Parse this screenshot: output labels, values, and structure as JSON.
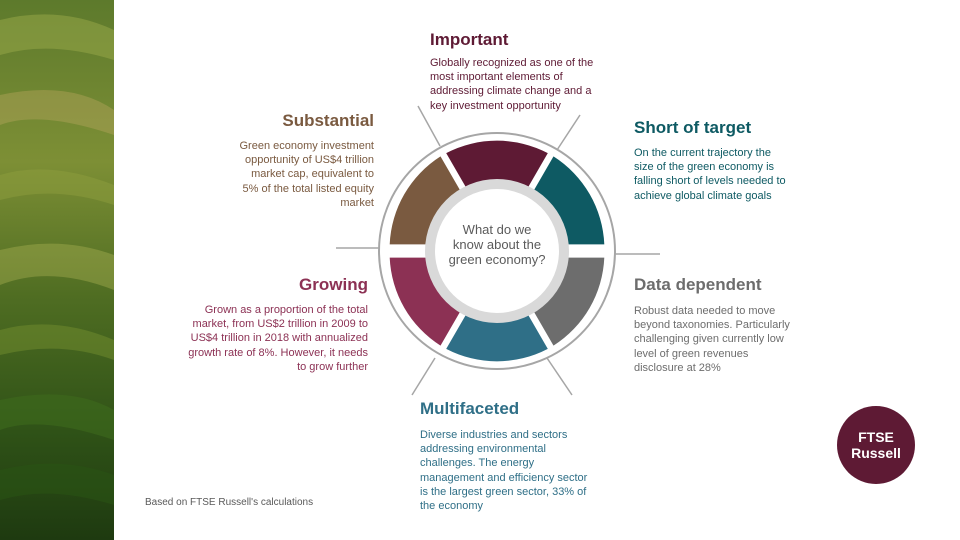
{
  "center_question": "What do we know about the green economy?",
  "colors": {
    "important": "#5e1a34",
    "short_of_target": "#0e5a63",
    "data_dependent": "#6d6d6d",
    "multifaceted": "#2f6f87",
    "growing": "#8c3154",
    "substantial": "#7a5a40"
  },
  "segments": {
    "important": {
      "title": "Important",
      "text": "Globally recognized as one of the most important elements of addressing climate change and a key investment opportunity"
    },
    "short_of_target": {
      "title": "Short of target",
      "text": "On the current trajectory the size of the green economy is falling short of levels needed to achieve global climate goals"
    },
    "data_dependent": {
      "title": "Data dependent",
      "text": "Robust data needed to move beyond taxonomies. Particularly challenging given currently low level of green revenues disclosure at 28%"
    },
    "multifaceted": {
      "title": "Multifaceted",
      "text": "Diverse industries and sectors addressing environmental challenges. The energy management and efficiency sector is the largest green sector, 33% of the economy"
    },
    "growing": {
      "title": "Growing",
      "text": "Grown as a proportion of the total market, from US$2 trillion in 2009 to US$4 trillion in 2018 with annualized growth rate of 8%. However, it needs to grow further"
    },
    "substantial": {
      "title": "Substantial",
      "text": "Green economy investment opportunity of US$4 trillion market cap, equivalent to 5% of the total listed equity market"
    }
  },
  "footnote": "Based on FTSE  Russell's calculations",
  "logo": {
    "line1": "FTSE",
    "line2": "Russell"
  }
}
